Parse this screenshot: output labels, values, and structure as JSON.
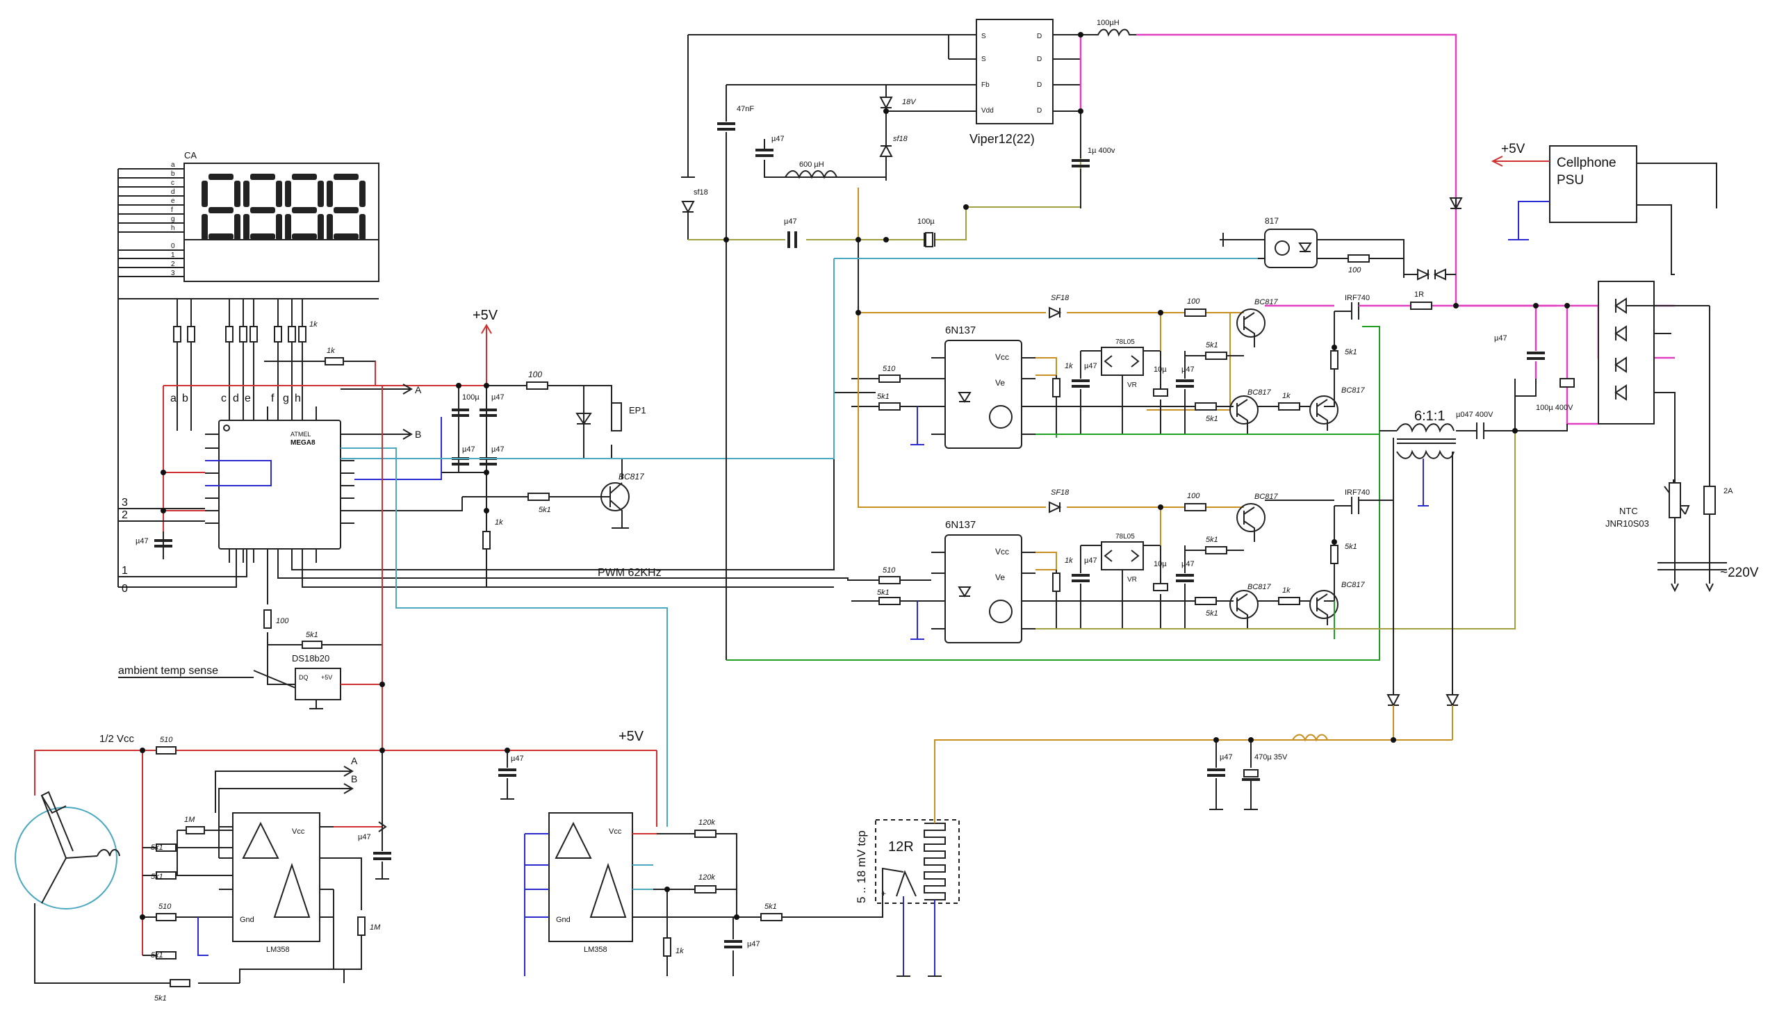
{
  "labels": {
    "ca": "CA",
    "seg_a": "a",
    "seg_b": "b",
    "seg_c": "c",
    "seg_d": "d",
    "seg_e": "e",
    "seg_f": "f",
    "seg_g": "g",
    "seg_h": "h",
    "dig0": "0",
    "dig1": "1",
    "dig2": "2",
    "dig3": "3",
    "lbl_bottom_3": "3",
    "lbl_bottom_2": "2",
    "lbl_bottom_1": "1",
    "lbl_bottom_0": "0",
    "r_1k_top": "1k",
    "r_1k_seg": "1k",
    "plus5v_mcu": "+5V",
    "mega8": "MEGA8",
    "atmel": "ATMEL",
    "out_a": "A",
    "out_b": "B",
    "r_100": "100",
    "c_100u": "100µ",
    "c_u47_a": "µ47",
    "c_u47_b": "µ47",
    "c_u47_c": "µ47",
    "ep1": "EP1",
    "bc817_beep": "BC817",
    "r_5k1_beep": "5k1",
    "r_1k_mcu": "1k",
    "c_u47_mcu": "µ47",
    "pwm": "PWM 62KHz",
    "r_100_ds": "100",
    "r_5k1_ds": "5k1",
    "ds18b20": "DS18b20",
    "ds_dq": "DQ",
    "ds_5v": "+5V",
    "ambient": "ambient temp sense",
    "half_vcc": "1/2 Vcc",
    "r_510_a": "510",
    "r_1m_a": "1M",
    "r_5k1_a": "5k1",
    "r_5k1_b": "5k1",
    "r_510_b": "510",
    "r_5k1_c": "5k1",
    "r_5k1_d": "5k1",
    "r_1m_b": "1M",
    "lm358_a": "LM358",
    "vcc_a": "Vcc",
    "gnd_a": "Gnd",
    "c_u47_opamp": "µ47",
    "out_a2": "A",
    "out_b2": "B",
    "plus5v_mid": "+5V",
    "c_u47_mid": "µ47",
    "lm358_b": "LM358",
    "vcc_b": "Vcc",
    "gnd_b": "Gnd",
    "r_120k_a": "120k",
    "r_120k_b": "120k",
    "r_5k1_e": "5k1",
    "r_1k_e": "1k",
    "c_u47_e": "µ47",
    "tc_range": "5 .. 18 mV tcp",
    "r_12r": "12R",
    "tc_plus": "+",
    "c_47nf": "47nF",
    "d_18v": "18V",
    "d_sf18_a": "sf18",
    "d_sf18_b": "sf18",
    "c_u47_v": "µ47",
    "l_600u": "600 µH",
    "c_u47_v2": "µ47",
    "c_100u_v": "100µ",
    "viper": "Viper12(22)",
    "pin_s1": "S",
    "pin_s2": "S",
    "pin_fb": "Fb",
    "pin_vdd": "Vdd",
    "pin_d1": "D",
    "pin_d2": "D",
    "pin_d3": "D",
    "pin_d4": "D",
    "l_100u": "100µH",
    "c_1u_400": "1µ 400v",
    "plus5v_psu": "+5V",
    "cellphone": "Cellphone",
    "psu": "PSU",
    "opto817": "817",
    "r_100_817": "100",
    "sf18_top": "SF18",
    "r_100_top": "100",
    "bc817_t1": "BC817",
    "irf740_t": "IRF740",
    "r_1r": "1R",
    "6n137_t": "6N137",
    "vcc_t": "Vcc",
    "ve_t": "Ve",
    "r_510_t": "510",
    "r_5k1_t": "5k1",
    "r_1k_t": "1k",
    "c_u47_t": "µ47",
    "reg_t": "78L05",
    "vr_t": "VR",
    "c_10u_t": "10µ",
    "c_u47_t2": "µ47",
    "r_5k1_t2": "5k1",
    "r_5k1_t3": "5k1",
    "r_5k1_t4": "5k1",
    "bc817_t2": "BC817",
    "r_1k_t2": "1k",
    "bc817_t3": "BC817",
    "c_u47_psu": "µ47",
    "c_100u_400": "100µ 400V",
    "c_u047": "µ047 400V",
    "xfmr": "6:1:1",
    "sf18_bot": "SF18",
    "r_100_bot": "100",
    "bc817_b1": "BC817",
    "irf740_b": "IRF740",
    "6n137_b": "6N137",
    "vcc_b2": "Vcc",
    "ve_b": "Ve",
    "r_510_b2": "510",
    "r_5k1_b2": "5k1",
    "r_1k_b2": "1k",
    "c_u47_b2": "µ47",
    "reg_b": "78L05",
    "vr_b": "VR",
    "c_10u_b": "10µ",
    "c_u47_b3": "µ47",
    "r_5k1_b3": "5k1",
    "r_5k1_b4": "5k1",
    "r_5k1_b5": "5k1",
    "bc817_b2": "BC817",
    "r_1k_b3": "1k",
    "bc817_b3": "BC817",
    "c_u47_out": "µ47",
    "c_470u": "470µ 35V",
    "ntc": "NTC",
    "ntc_part": "JNR10S03",
    "fuse": "2A",
    "mains": "~220V"
  },
  "colors": {
    "wire": "#222222",
    "vcc_red": "#d03030",
    "ground_blue": "#2a2ad0",
    "hv_magenta": "#e040c0",
    "drive_orange": "#c89020",
    "gate_green": "#20a020",
    "sense_cyan": "#4aa8c0"
  }
}
